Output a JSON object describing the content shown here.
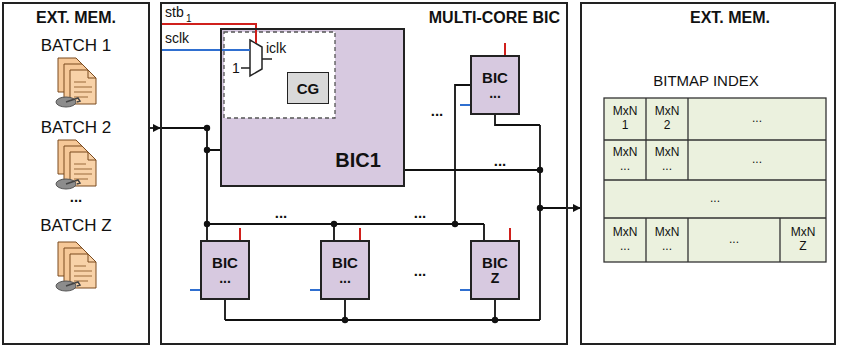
{
  "diagram": {
    "nodes": [
      {
        "text": [
          "EXT. MEM."
        ]
      },
      {
        "text": [
          "MULTI-CORE BIC"
        ]
      },
      {
        "text": [
          "BIC1"
        ],
        "in": 1
      },
      {
        "text": [
          "CG"
        ],
        "in": 2
      },
      {
        "text": [
          "BIC",
          "..."
        ],
        "in": 1
      },
      {
        "text": [
          "BIC",
          "..."
        ],
        "in": 1
      },
      {
        "text": [
          "BIC",
          "..."
        ],
        "in": 1
      },
      {
        "text": [
          "BIC",
          "Z"
        ],
        "in": 1
      },
      {
        "text": [
          "EXT. MEM."
        ]
      }
    ],
    "edges": [
      {
        "from": 0,
        "to": 1,
        "arrow": "to"
      },
      {
        "from": 1,
        "to": 8,
        "arrow": "to"
      }
    ],
    "labels": [
      "BATCH 1",
      "BATCH 2",
      "...",
      "BATCH Z",
      "stb",
      "1",
      "sclk",
      "iclk",
      "1",
      "...",
      "...",
      "...",
      "...",
      "...",
      "BITMAP INDEX",
      "MxN 1",
      "MxN 2",
      "...",
      "MxN ...",
      "MxN ...",
      "...",
      "...",
      "MxN ...",
      "MxN ...",
      "...",
      "MxN Z"
    ]
  }
}
